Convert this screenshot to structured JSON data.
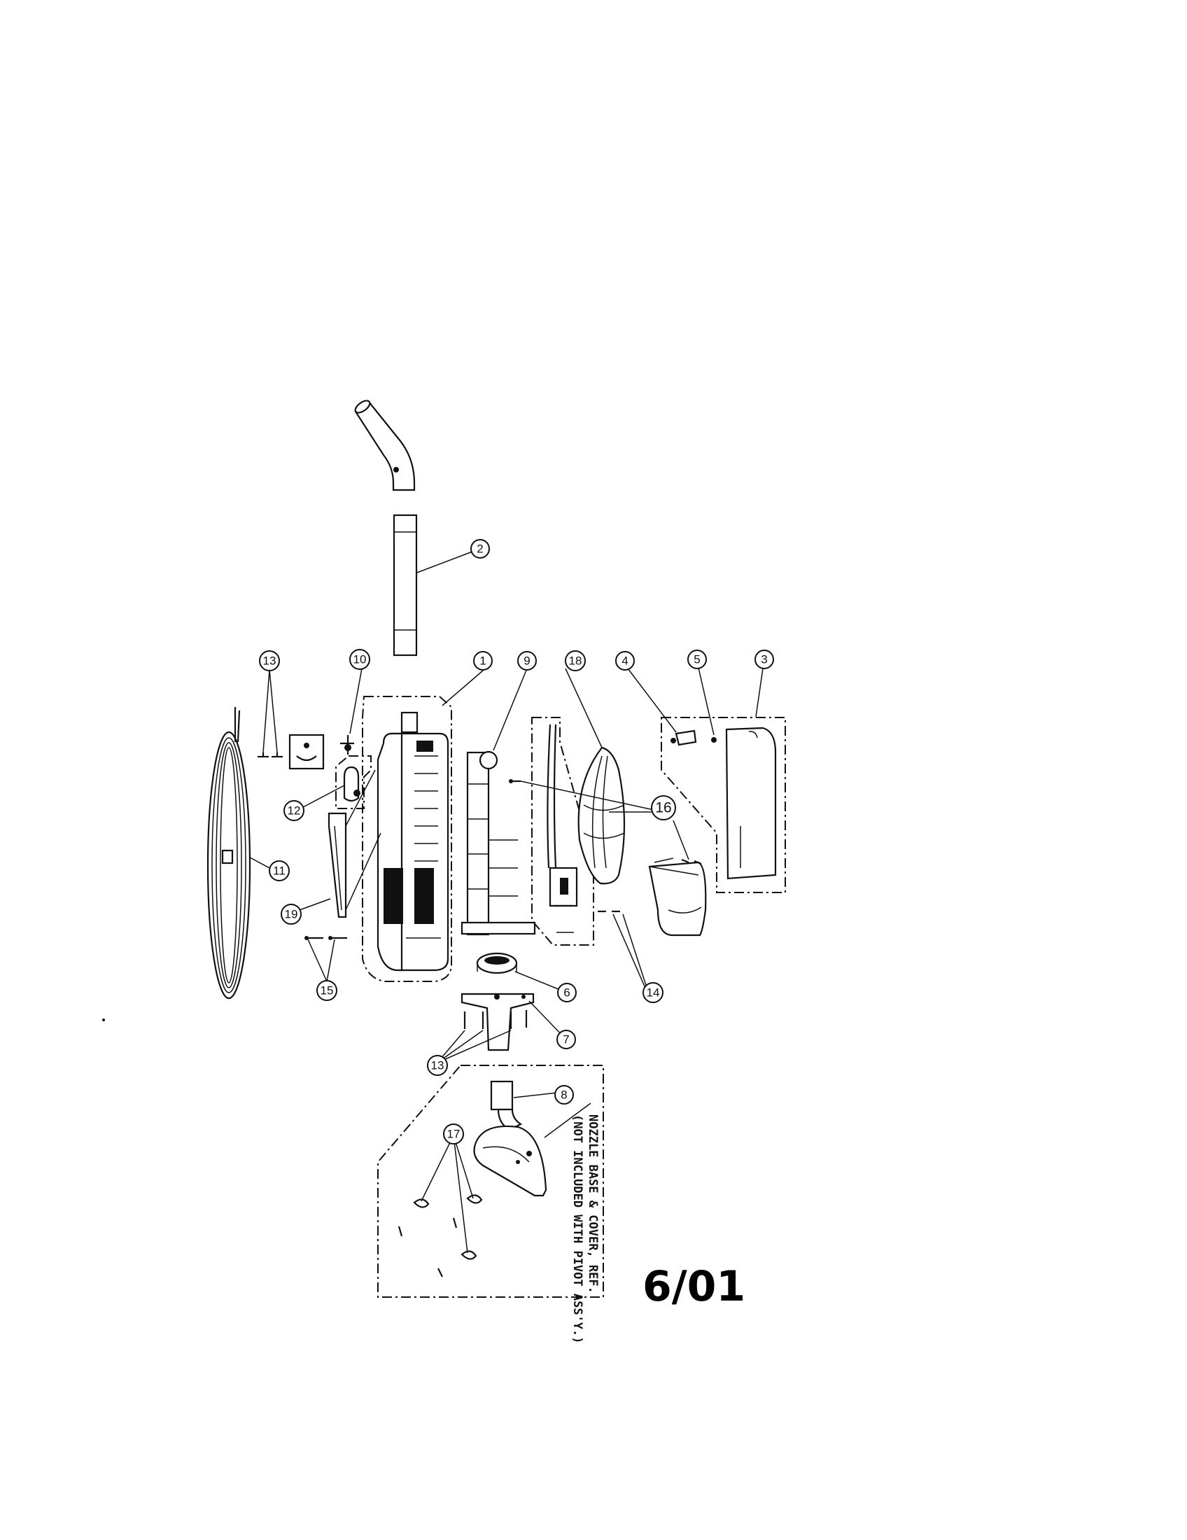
{
  "callouts": [
    {
      "id": "c1",
      "label": "1"
    },
    {
      "id": "c2",
      "label": "2"
    },
    {
      "id": "c3",
      "label": "3"
    },
    {
      "id": "c4",
      "label": "4"
    },
    {
      "id": "c5",
      "label": "5"
    },
    {
      "id": "c6",
      "label": "6"
    },
    {
      "id": "c7",
      "label": "7"
    },
    {
      "id": "c8",
      "label": "8"
    },
    {
      "id": "c9",
      "label": "9"
    },
    {
      "id": "c10",
      "label": "10"
    },
    {
      "id": "c11",
      "label": "11"
    },
    {
      "id": "c12",
      "label": "12"
    },
    {
      "id": "c13a",
      "label": "13"
    },
    {
      "id": "c13b",
      "label": "13"
    },
    {
      "id": "c14",
      "label": "14"
    },
    {
      "id": "c15",
      "label": "15"
    },
    {
      "id": "c16",
      "label": "16"
    },
    {
      "id": "c17",
      "label": "17"
    },
    {
      "id": "c18",
      "label": "18"
    },
    {
      "id": "c19",
      "label": "19"
    }
  ],
  "note": {
    "line1": "NOZZLE BASE & COVER, REF.",
    "line2": "(NOT INCLUDED WITH PIVOT ASS'Y.)"
  },
  "date_code": "6/01"
}
